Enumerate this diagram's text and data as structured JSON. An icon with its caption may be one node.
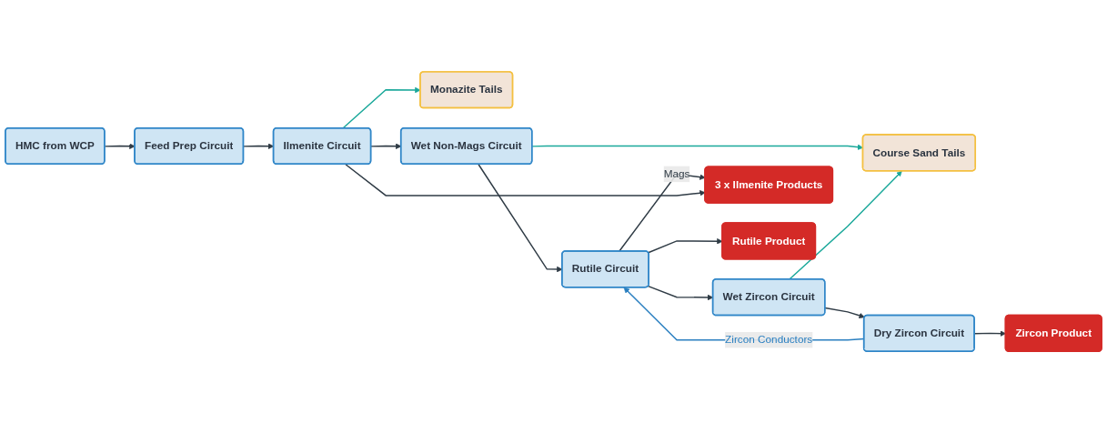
{
  "diagram": {
    "nodes": [
      {
        "text": [
          "HMC from WCP"
        ]
      },
      {
        "text": [
          "Feed Prep Circuit"
        ]
      },
      {
        "text": [
          "Course Sand Tails"
        ]
      },
      {
        "text": [
          "Monazite Tails"
        ]
      },
      {
        "text": [
          "Ilmenite Circuit"
        ]
      },
      {
        "text": [
          "Wet Non-Mags Circuit"
        ]
      },
      {
        "text": [
          "Rutile Circuit"
        ]
      },
      {
        "text": [
          "Wet Zircon Circuit"
        ]
      },
      {
        "text": [
          "Dry Zircon Circuit"
        ]
      },
      {
        "text": [
          "3 x Ilmenite Products"
        ]
      },
      {
        "text": [
          "Rutile Product"
        ]
      },
      {
        "text": [
          "Zircon Product"
        ]
      }
    ],
    "edges": [
      {
        "from": 0,
        "to": 1,
        "arrow": "to"
      },
      {
        "from": 1,
        "to": 4,
        "arrow": "to"
      },
      {
        "from": 4,
        "to": 3,
        "arrow": "to",
        "color": "#1aa89a"
      },
      {
        "from": 4,
        "to": 5,
        "arrow": "to"
      },
      {
        "from": 5,
        "to": 2,
        "arrow": "to",
        "color": "#1aa89a"
      },
      {
        "from": 5,
        "to": 6,
        "arrow": "to"
      },
      {
        "from": 6,
        "to": 7,
        "arrow": "to"
      },
      {
        "from": 7,
        "to": 8,
        "arrow": "to"
      },
      {
        "from": 7,
        "to": 2,
        "arrow": "to",
        "color": "#1aa89a"
      },
      {
        "from": 8,
        "to": 6,
        "arrow": "to",
        "label": "Zircon Conductors",
        "color": "#2a7fc0"
      },
      {
        "from": 6,
        "to": 9,
        "arrow": "to",
        "label": "Mags"
      },
      {
        "from": 4,
        "to": 9,
        "arrow": "to"
      },
      {
        "from": 6,
        "to": 10,
        "arrow": "to"
      },
      {
        "from": 8,
        "to": 11,
        "arrow": "to"
      }
    ]
  }
}
